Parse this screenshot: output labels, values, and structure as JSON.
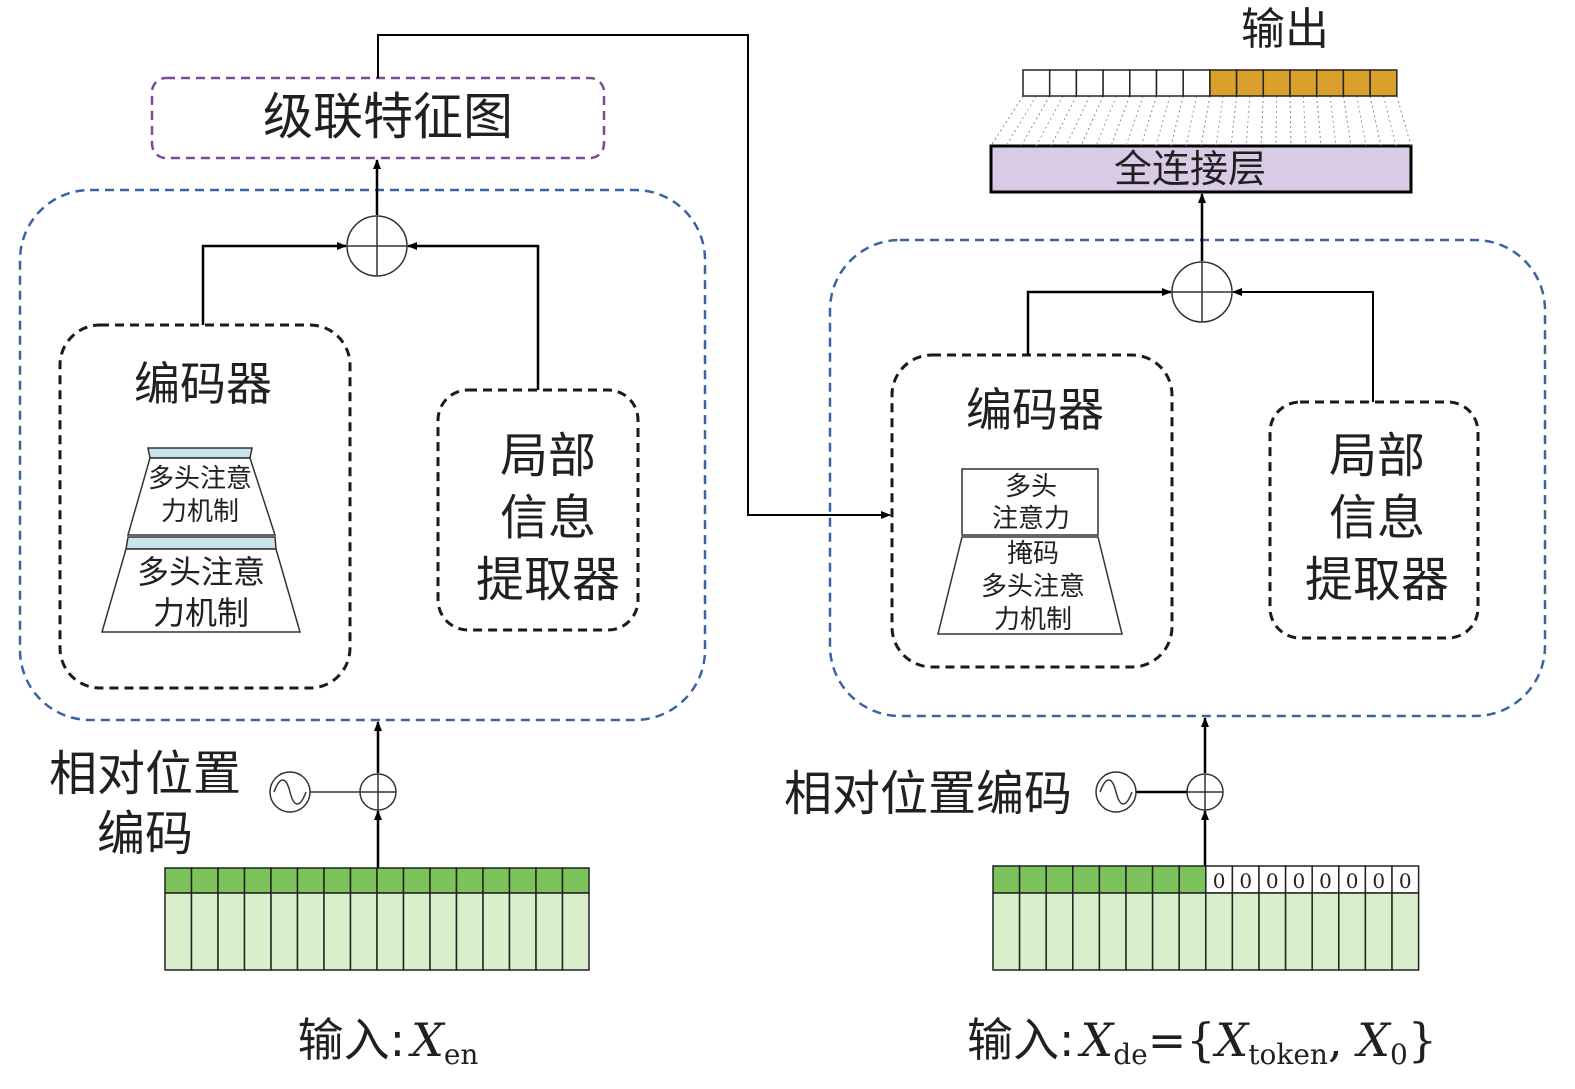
{
  "output_label": "输出",
  "fc_layer_label": "全连接层",
  "concat_feature_label": "级联特征图",
  "encoder_block": {
    "encoder_label": "编码器",
    "mha_top": [
      "多头注意",
      "力机制"
    ],
    "mha_bottom": [
      "多头注意",
      "力机制"
    ],
    "local_extractor": [
      "局部",
      "信息",
      "提取器"
    ],
    "pos_encoding": [
      "相对位置",
      "编码"
    ],
    "input_label_prefix": "输入:",
    "input_var": "X",
    "input_sub": "en"
  },
  "decoder_block": {
    "encoder_label": "编码器",
    "mha_top": [
      "多头",
      "注意力"
    ],
    "masked_mha": [
      "掩码",
      "多头注意",
      "力机制"
    ],
    "local_extractor": [
      "局部",
      "信息",
      "提取器"
    ],
    "pos_encoding": "相对位置编码",
    "zero_token": "0",
    "input_label_prefix": "输入:",
    "input_var": "X",
    "input_sub": "de",
    "input_eq": "={",
    "token_var": "X",
    "token_sub": "token",
    "comma": ", ",
    "zero_var": "X",
    "zero_sub": "0",
    "close_brace": "}"
  },
  "colors": {
    "blue_dash": "#3a63a3",
    "purple_dash": "#7b4b97",
    "green_dark": "#7cc35c",
    "green_light": "#d9efcc",
    "gold": "#d9a12c",
    "fc_fill": "#d9cbe5",
    "trap_fill": "#c9e3ec"
  }
}
